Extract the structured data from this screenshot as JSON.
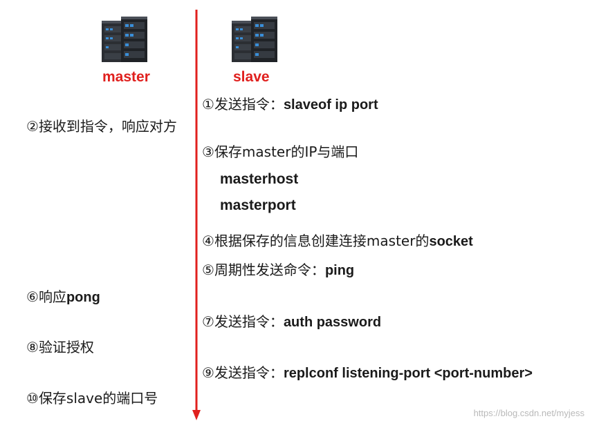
{
  "master": {
    "label": "master",
    "icon": "server-rack-icon"
  },
  "slave": {
    "label": "slave",
    "icon": "server-rack-icon"
  },
  "colors": {
    "role": "#e0201e",
    "arrow": "#e0201e"
  },
  "steps": [
    {
      "num": "①",
      "text": "发送指令：",
      "bold": "slaveof  ip  port"
    },
    {
      "num": "②",
      "text": "接收到指令，响应对方",
      "bold": ""
    },
    {
      "num": "③",
      "text": "保存master的IP与端口",
      "bold": ""
    },
    {
      "num": "④",
      "text": "根据保存的信息创建连接master的",
      "bold": "socket"
    },
    {
      "num": "⑤",
      "text": "周期性发送命令：",
      "bold": "ping"
    },
    {
      "num": "⑥",
      "text": "响应",
      "bold": "pong"
    },
    {
      "num": "⑦",
      "text": "发送指令：",
      "bold": "auth  password"
    },
    {
      "num": "⑧",
      "text": "验证授权",
      "bold": ""
    },
    {
      "num": "⑨",
      "text": "发送指令：",
      "bold": "replconf listening-port <port-number>"
    },
    {
      "num": "⑩",
      "text": "保存slave的端口号",
      "bold": ""
    }
  ],
  "saved_fields": [
    "masterhost",
    "masterport"
  ],
  "watermark": "https://blog.csdn.net/myjess"
}
